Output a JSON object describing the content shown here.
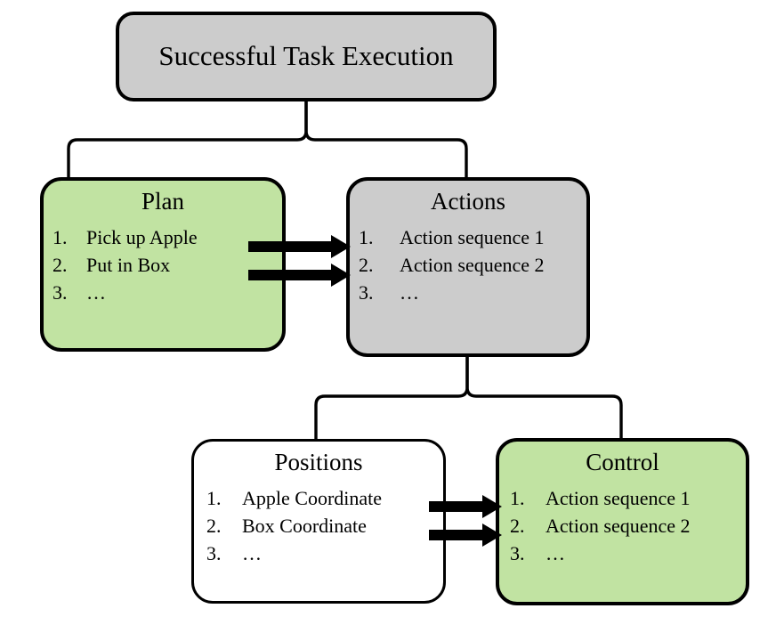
{
  "diagram": {
    "title": "Successful Task Execution",
    "colors": {
      "green": "#c1e3a2",
      "gray": "#cccccc",
      "white": "#ffffff",
      "stroke": "#000000"
    },
    "nodes": {
      "root": {
        "label": "Successful Task Execution",
        "fill": "gray"
      },
      "plan": {
        "label": "Plan",
        "fill": "green",
        "items": [
          {
            "num": "1.",
            "text": "Pick up Apple"
          },
          {
            "num": "2.",
            "text": "Put in Box"
          },
          {
            "num": "3.",
            "text": "…"
          }
        ]
      },
      "actions": {
        "label": "Actions",
        "fill": "gray",
        "items": [
          {
            "num": "1.",
            "text": "Action sequence 1"
          },
          {
            "num": "2.",
            "text": "Action sequence 2"
          },
          {
            "num": "3.",
            "text": "…"
          }
        ]
      },
      "positions": {
        "label": "Positions",
        "fill": "white",
        "items": [
          {
            "num": "1.",
            "text": "Apple Coordinate"
          },
          {
            "num": "2.",
            "text": "Box Coordinate"
          },
          {
            "num": "3.",
            "text": "…"
          }
        ]
      },
      "control": {
        "label": "Control",
        "fill": "green",
        "items": [
          {
            "num": "1.",
            "text": "Action sequence 1"
          },
          {
            "num": "2.",
            "text": "Action sequence 2"
          },
          {
            "num": "3.",
            "text": "…"
          }
        ]
      }
    },
    "connectors": [
      {
        "from": "root",
        "to": "plan",
        "style": "bracket"
      },
      {
        "from": "root",
        "to": "actions",
        "style": "bracket"
      },
      {
        "from": "actions",
        "to": "positions",
        "style": "bracket"
      },
      {
        "from": "actions",
        "to": "control",
        "style": "bracket"
      },
      {
        "from": "plan",
        "to": "actions",
        "style": "arrow",
        "count": 2
      },
      {
        "from": "positions",
        "to": "control",
        "style": "arrow",
        "count": 2
      }
    ]
  }
}
